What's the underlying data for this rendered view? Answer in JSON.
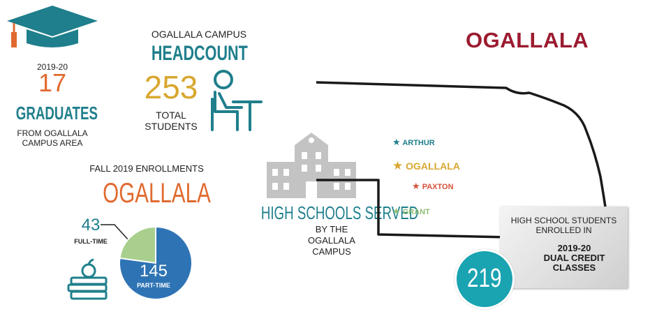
{
  "title": "OGALLALA",
  "colors": {
    "teal": "#1f7f8c",
    "orange": "#e06a2f",
    "gold": "#d9a730",
    "blue": "#2e74b5",
    "green": "#a8cf8e",
    "maroon": "#9b1b30",
    "red": "#d5523a",
    "dark": "#1f1f1f",
    "gray": "#c3c3c3"
  },
  "graduates": {
    "year": "2019-20",
    "count": "17",
    "label": "GRADUATES",
    "caption_line1": "FROM OGALLALA",
    "caption_line2": "CAMPUS AREA",
    "icon": "graduation-cap-icon"
  },
  "headcount": {
    "campus": "OGALLALA CAMPUS",
    "label": "HEADCOUNT",
    "count": "253",
    "caption_line1": "TOTAL",
    "caption_line2": "STUDENTS",
    "icon": "student-desk-icon"
  },
  "enrollments": {
    "heading": "FALL 2019 ENROLLMENTS",
    "campus": "OGALLALA",
    "full_time_count": "43",
    "full_time_label": "FULL-TIME",
    "part_time_count": "145",
    "part_time_label": "PART-TIME",
    "icon": "books-apple-icon"
  },
  "high_schools": {
    "label": "HIGH SCHOOLS SERVED",
    "caption_line1": "BY THE",
    "caption_line2": "OGALLALA",
    "caption_line3": "CAMPUS",
    "icon": "school-building-icon"
  },
  "map": {
    "towns": [
      {
        "name": "ARTHUR",
        "color": "#1f7f8c"
      },
      {
        "name": "OGALLALA",
        "color": "#d9a730"
      },
      {
        "name": "PAXTON",
        "color": "#d5523a"
      },
      {
        "name": "GRANT",
        "color": "#8fbf72"
      }
    ]
  },
  "dual_credit": {
    "line1": "HIGH SCHOOL STUDENTS",
    "line2": "ENROLLED IN",
    "bold1": "2019-20",
    "bold2": "DUAL CREDIT",
    "bold3": "CLASSES",
    "count": "219"
  },
  "chart_data": {
    "type": "pie",
    "categories": [
      "FULL-TIME",
      "PART-TIME"
    ],
    "values": [
      43,
      145
    ],
    "colors": [
      "#a8cf8e",
      "#2e74b5"
    ]
  }
}
